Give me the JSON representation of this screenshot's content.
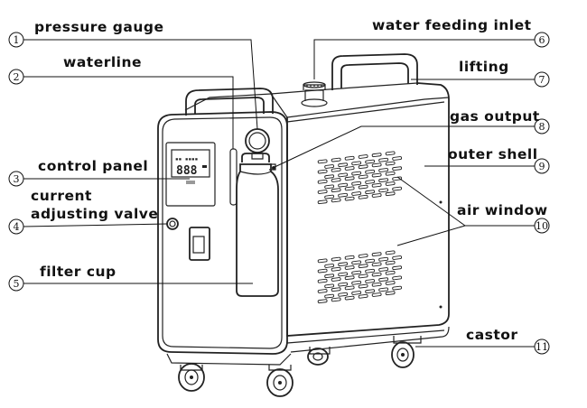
{
  "callouts": [
    {
      "number": "1",
      "label": "pressure gauge"
    },
    {
      "number": "2",
      "label": "waterline"
    },
    {
      "number": "3",
      "label": "control panel"
    },
    {
      "number": "4",
      "label_line1": "current",
      "label_line2": "adjusting valve"
    },
    {
      "number": "5",
      "label": "filter cup"
    },
    {
      "number": "6",
      "label": "water feeding inlet"
    },
    {
      "number": "7",
      "label": "lifting"
    },
    {
      "number": "8",
      "label": "gas output"
    },
    {
      "number": "9",
      "label": "outer shell"
    },
    {
      "number": "10",
      "label": "air window"
    },
    {
      "number": "11",
      "label": "castor"
    }
  ]
}
